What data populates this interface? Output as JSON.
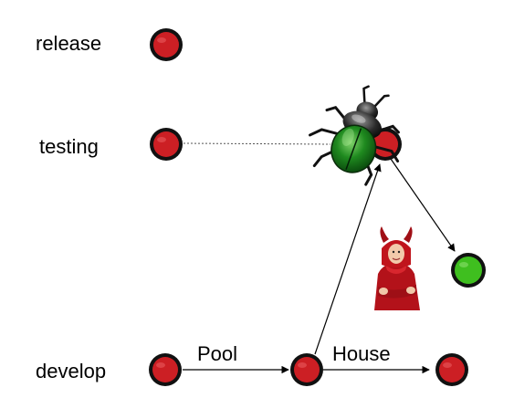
{
  "lanes": {
    "release": "release",
    "testing": "testing",
    "develop": "develop"
  },
  "edges": {
    "pool": "Pool",
    "house": "House"
  },
  "images": {
    "bug": "beetle-icon",
    "devil": "devil-figure-icon"
  },
  "colors": {
    "node_fill": "#cc1f24",
    "node_ring": "#111111",
    "merged_node_fill": "#3fbf1f",
    "background": "#ffffff"
  }
}
